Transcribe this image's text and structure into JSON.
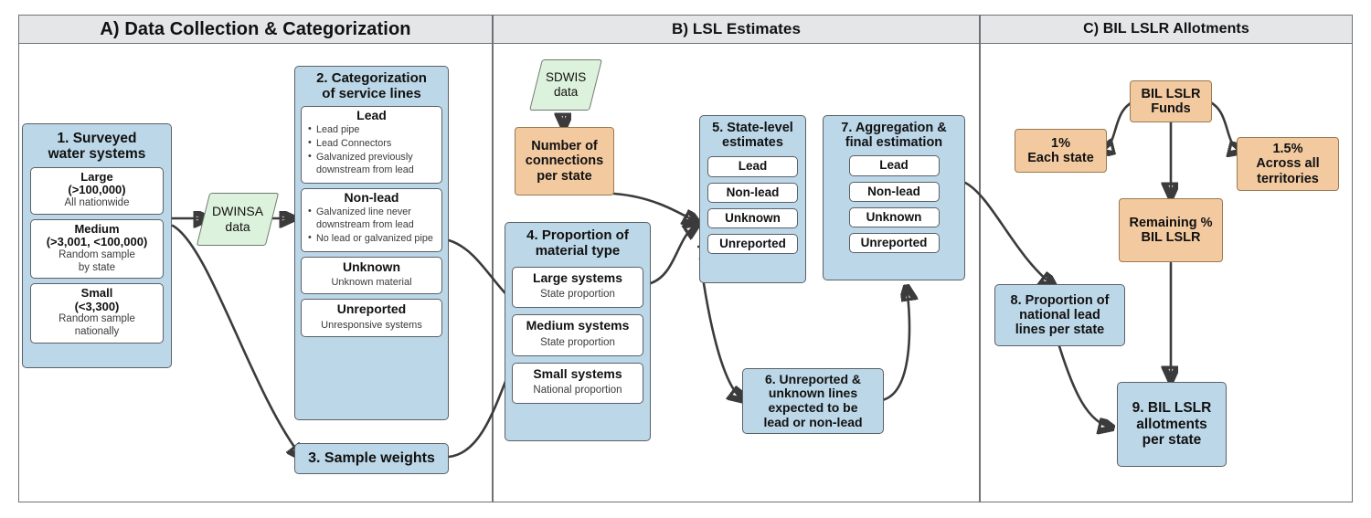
{
  "panels": [
    {
      "id": "A",
      "title": "A) Data Collection & Categorization"
    },
    {
      "id": "B",
      "title": "B) LSL Estimates"
    },
    {
      "id": "C",
      "title": "C) BIL LSLR Allotments"
    }
  ],
  "panelA": {
    "box1": {
      "title_line1": "1.  Surveyed",
      "title_line2": "water systems",
      "items": [
        {
          "name": "Large",
          "range": "(>100,000)",
          "note": "All  nationwide"
        },
        {
          "name": "Medium",
          "range": "(>3,001, <100,000)",
          "note": "Random sample\nby state"
        },
        {
          "name": "Small",
          "range": "(<3,300)",
          "note": "Random sample\nnationally"
        }
      ]
    },
    "dwinsa": {
      "line1": "DWINSA",
      "line2": "data"
    },
    "box2": {
      "title_line1": "2. Categorization",
      "title_line2": "of service lines",
      "categories": [
        {
          "name": "Lead",
          "bullets": [
            "Lead pipe",
            "Lead Connectors",
            "Galvanized previously downstream from lead"
          ]
        },
        {
          "name": "Non-lead",
          "bullets": [
            "Galvanized line never downstream from lead",
            "No lead or galvanized pipe"
          ]
        },
        {
          "name": "Unknown",
          "note": "Unknown material"
        },
        {
          "name": "Unreported",
          "note": "Unresponsive systems"
        }
      ]
    },
    "box3": {
      "title": "3. Sample weights"
    }
  },
  "panelB": {
    "sdwis": {
      "line1": "SDWIS",
      "line2": "data"
    },
    "connections": {
      "line1": "Number of",
      "line2": "connections",
      "line3": "per state"
    },
    "box4": {
      "title_line1": "4. Proportion of",
      "title_line2": "material type",
      "items": [
        {
          "name": "Large systems",
          "note": "State proportion"
        },
        {
          "name": "Medium systems",
          "note": "State proportion"
        },
        {
          "name": "Small systems",
          "note": "National proportion"
        }
      ]
    },
    "box5": {
      "title_line1": "5. State-level",
      "title_line2": "estimates",
      "items": [
        "Lead",
        "Non-lead",
        "Unknown",
        "Unreported"
      ]
    },
    "box6": {
      "line1": "6. Unreported &",
      "line2": "unknown lines",
      "line3": "expected to be",
      "line4": "lead or non-lead"
    },
    "box7": {
      "title_line1": "7.  Aggregation &",
      "title_line2": "final estimation",
      "items": [
        "Lead",
        "Non-lead",
        "Unknown",
        "Unreported"
      ]
    }
  },
  "panelC": {
    "funds": {
      "line1": "BIL LSLR",
      "line2": "Funds"
    },
    "each_state": {
      "line1": "1%",
      "line2": "Each state"
    },
    "territories": {
      "line1": "1.5%",
      "line2": "Across all",
      "line3": "territories"
    },
    "remaining": {
      "line1": "Remaining %",
      "line2": "BIL LSLR"
    },
    "box8": {
      "line1": "8. Proportion of",
      "line2": "national lead",
      "line3": "lines per state"
    },
    "box9": {
      "line1": "9. BIL LSLR",
      "line2": "allotments",
      "line3": "per state"
    }
  },
  "colors": {
    "blue_fill": "#bcd7e7",
    "orange_fill": "#f3caa0",
    "green_fill": "#ddf2dc",
    "header_fill": "#e4e6e8",
    "stroke": "#3b3b3b"
  }
}
